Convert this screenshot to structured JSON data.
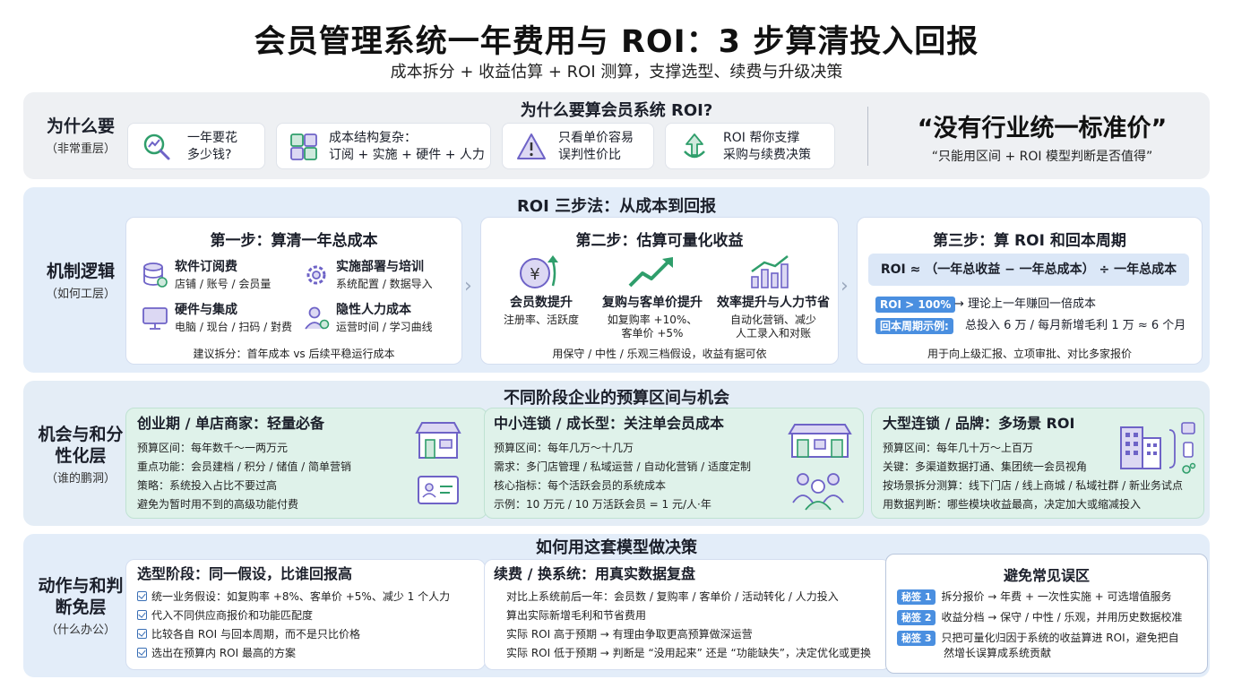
{
  "title": "会员管理系统一年费用与 ROI：3 步算清投入回报",
  "subtitle": "成本拆分 + 收益估算 + ROI 测算，支撑选型、续费与升级决策",
  "why": {
    "side_main": "为什么要",
    "side_sub": "（非常重层）",
    "header": "为什么要算会员系统 ROI?",
    "cards": [
      {
        "icon": "magnifier-chart-icon",
        "line1": "一年要花",
        "line2": "多少钱?"
      },
      {
        "icon": "puzzle-icon",
        "line1": "成本结构复杂：",
        "line2": "订阅 + 实施 + 硬件 + 人力"
      },
      {
        "icon": "warning-icon",
        "line1": "只看单价容易",
        "line2": "误判性价比"
      },
      {
        "icon": "arrow-up-icon",
        "line1": "ROI 帮你支撑",
        "line2": "采购与续费决策"
      }
    ],
    "quote_main": "“没有行业统一标准价”",
    "quote_sub": "“只能用区间 + ROI 模型判断是否值得”"
  },
  "mech": {
    "side_main": "机制逻辑",
    "side_sub": "（如何工层）",
    "header": "ROI 三步法：从成本到回报",
    "step1": {
      "title": "第一步：算清一年总成本",
      "items": [
        {
          "icon": "database-icon",
          "title": "软件订阅费",
          "desc": "店铺 / 账号 / 会员量"
        },
        {
          "icon": "gear-icon",
          "title": "实施部署与培训",
          "desc": "系统配置 / 数据导入"
        },
        {
          "icon": "monitor-icon",
          "title": "硬件与集成",
          "desc": "电脑 / 现台 / 扫码 / 對费"
        },
        {
          "icon": "person-icon",
          "title": "隐性人力成本",
          "desc": "运营时间 / 学习曲线"
        }
      ],
      "note": "建议拆分：首年成本 vs 后续平稳运行成本"
    },
    "step2": {
      "title": "第二步：估算可量化收益",
      "items": [
        {
          "icon": "yen-growth-icon",
          "title": "会员数提升",
          "desc1": "注册率、活跃度",
          "desc2": ""
        },
        {
          "icon": "trend-up-icon",
          "title": "复购与客单价提升",
          "desc1": "如复购率 +10%、",
          "desc2": "客单价 +5%"
        },
        {
          "icon": "bar-chart-icon",
          "title": "效率提升与人力节省",
          "desc1": "自动化营销、减少",
          "desc2": "人工录入和对账"
        }
      ],
      "note": "用保守 / 中性 / 乐观三档假设，收益有据可依"
    },
    "step3": {
      "title": "第三步：算 ROI 和回本周期",
      "formula": "ROI ≈ （一年总收益 − 一年总成本） ÷ 一年总成本",
      "row1_badge": "ROI > 100%",
      "row1_text": "→ 理论上一年赚回一倍成本",
      "row2_badge": "回本周期示例:",
      "row2_text": "总投入 6 万 / 每月新增毛利 1 万 ≈ 6 个月",
      "note": "用于向上级汇报、立项审批、对比多家报价"
    }
  },
  "opp": {
    "side_main": "机会与和分性化层",
    "side_sub": "（谁的鹏洞）",
    "header": "不同阶段企业的预算区间与机会",
    "cards": [
      {
        "title": "创业期 / 单店商家：轻量必备",
        "icons": [
          "store-icon",
          "id-card-icon"
        ],
        "lines": [
          "预算区间：每年数千～一两万元",
          "重点功能：会员建档 / 积分 / 储值 / 简单营销",
          "策略：系统投入占比不要过高",
          "避免为暂时用不到的高级功能付费"
        ]
      },
      {
        "title": "中小连锁 / 成长型：关注单会员成本",
        "icons": [
          "stores-icon",
          "group-icon"
        ],
        "lines": [
          "预算区间：每年几万～十几万",
          "需求：多门店管理 / 私域运营 / 自动化营销 / 适度定制",
          "核心指标：每个活跃会员的系统成本",
          "示例：10 万元 / 10 万活跃会员 = 1 元/人·年"
        ]
      },
      {
        "title": "大型连锁 / 品牌：多场景 ROI",
        "icons": [
          "building-icon",
          "channels-icon"
        ],
        "lines": [
          "预算区间：每年几十万～上百万",
          "关键：多渠道数据打通、集团统一会员视角",
          "按场景拆分测算：线下门店 / 线上商城 / 私域社群 / 新业务试点",
          "用数据判断：哪些模块收益最高，决定加大或缩减投入"
        ]
      }
    ]
  },
  "action": {
    "side_main": "动作与和判断免层",
    "side_sub": "（什么办公）",
    "header": "如何用这套模型做决策",
    "select": {
      "title": "选型阶段：同一假设，比谁回报高",
      "items": [
        "统一业务假设：如复购率 +8%、客单价 +5%、减少 1 个人力",
        "代入不同供应商报价和功能匹配度",
        "比较各自 ROI 与回本周期，而不是只比价格",
        "选出在预算内 ROI 最高的方案"
      ]
    },
    "renew": {
      "title": "续费 / 换系统：用真实数据复盘",
      "items": [
        "对比上系统前后一年：会员数 / 复购率 / 客单价 / 活动转化 / 人力投入",
        "算出实际新增毛利和节省费用",
        "实际 ROI 高于预期 → 有理由争取更高预算做深运营",
        "实际 ROI 低于预期 → 判断是 “没用起来” 还是 “功能缺失”，决定优化或更换"
      ]
    },
    "pitfalls": {
      "title": "避免常见误区",
      "items": [
        {
          "tag": "秘签 1",
          "text": "拆分报价 → 年费 + 一次性实施 + 可选增值服务"
        },
        {
          "tag": "秘签 2",
          "text": "收益分档 → 保守 / 中性 / 乐观，并用历史数据校准"
        },
        {
          "tag": "秘签 3",
          "text": "只把可量化归因于系统的收益算进 ROI，避免把自",
          "text2": "然增长误算成系统贡献"
        }
      ]
    }
  },
  "colors": {
    "why_bg": "#eef0f3",
    "mech_bg": "#e3edf9",
    "opp_bg": "#e4edf6",
    "action_bg": "#e3edf9",
    "accent": "#4a8fe0",
    "green_card": "#dff2ea",
    "icon_purple": "#6e63c7",
    "icon_green": "#2f9e6b"
  }
}
